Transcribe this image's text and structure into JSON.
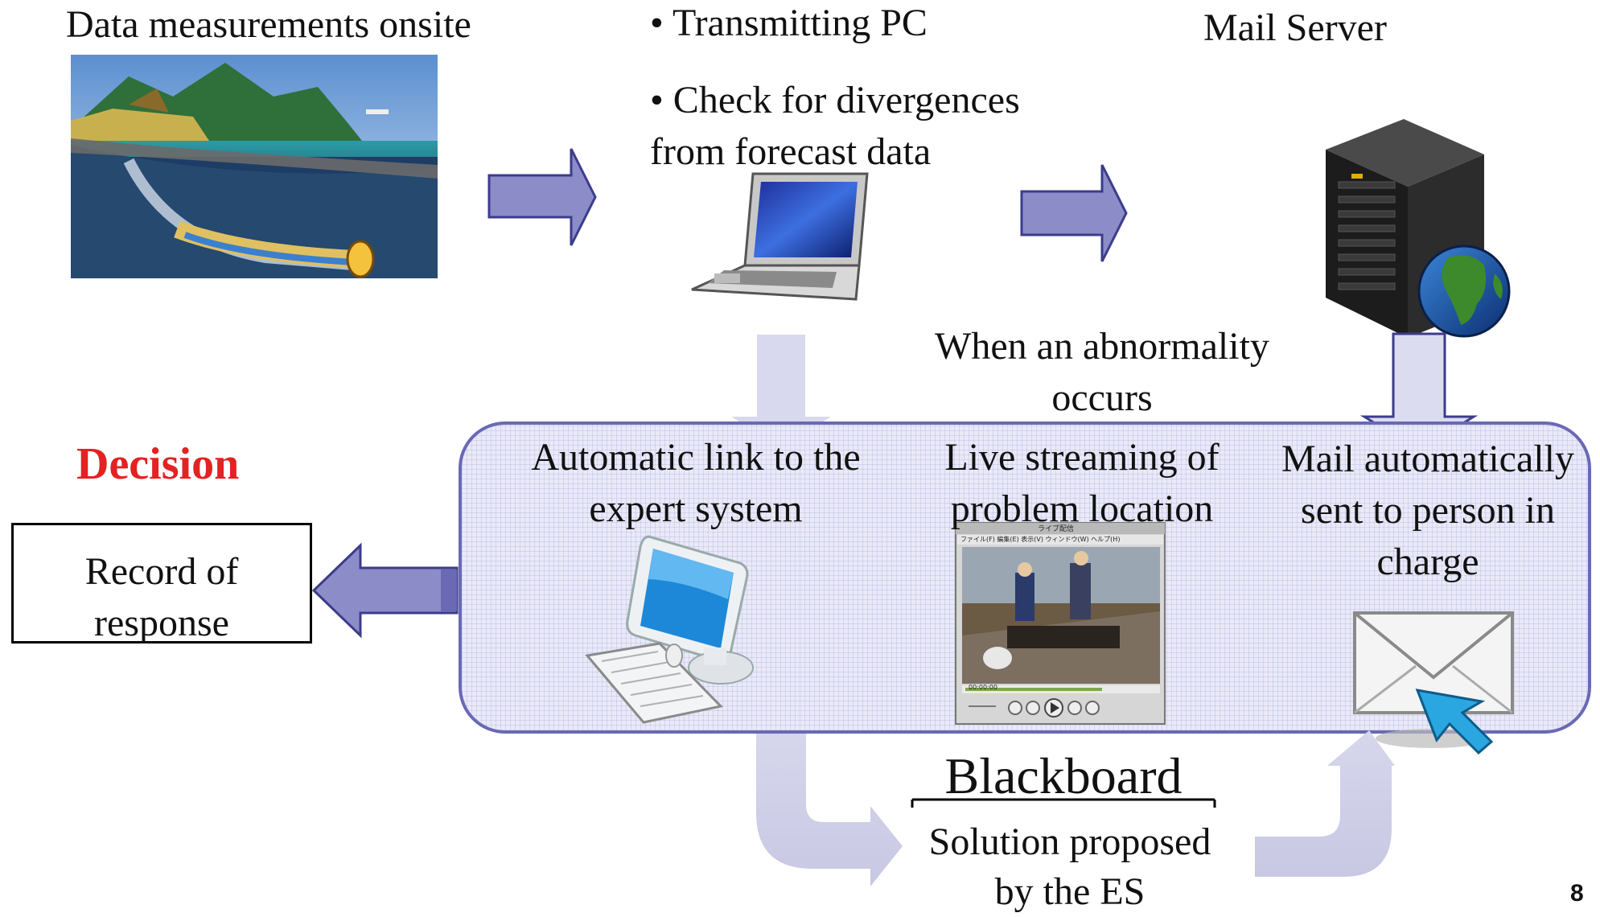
{
  "labels": {
    "data_measurements": "Data measurements onsite",
    "transmitting_pc": "• Transmitting PC",
    "check_divergences_1": "• Check for divergences",
    "check_divergences_2": "from forecast data",
    "mail_server": "Mail Server",
    "abnormality_1": "When an abnormality",
    "abnormality_2": "occurs",
    "decision": "Decision",
    "record_1": "Record of",
    "record_2": "response",
    "auto_link_1": "Automatic link to the",
    "auto_link_2": "expert system",
    "live_1": "Live streaming of",
    "live_2": "problem location",
    "mail_1": "Mail automatically",
    "mail_2": "sent to person in",
    "mail_3": "charge",
    "blackboard": "Blackboard",
    "solution_1": "Solution proposed",
    "solution_2": "by the ES",
    "page_number": "8"
  },
  "video_player": {
    "title": "ライブ配信",
    "menu": "ファイル(F)  編集(E)  表示(V)  ウィンドウ(W)  ヘルプ(H)",
    "time": "00:00:00"
  },
  "colors": {
    "arrow_fill": "#8c8cc8",
    "arrow_stroke": "#3c3c8c",
    "panel_fill": "#e9e9f8",
    "panel_border": "#6a69b4",
    "light_arrow": "#d2d2ea",
    "decision_red": "#e32222"
  }
}
